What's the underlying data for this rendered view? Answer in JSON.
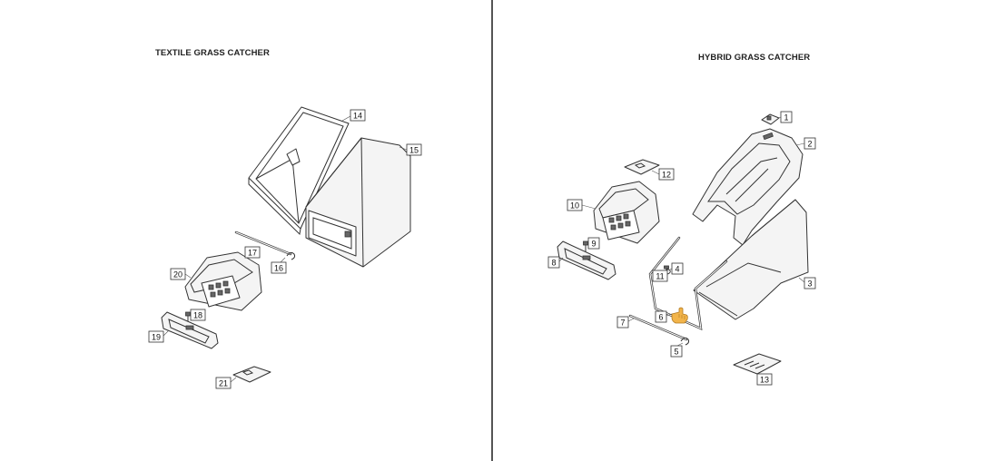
{
  "left_panel": {
    "title": "TEXTILE GRASS CATCHER",
    "callouts": [
      "14",
      "15",
      "16",
      "17",
      "18",
      "19",
      "20",
      "21"
    ]
  },
  "right_panel": {
    "title": "HYBRID GRASS CATCHER",
    "callouts": [
      "1",
      "2",
      "3",
      "4",
      "5",
      "6",
      "7",
      "8",
      "9",
      "10",
      "11",
      "12",
      "13"
    ]
  },
  "colors": {
    "line": "#333333",
    "part_fill": "#f4f4f4",
    "cursor": "#f2b44a"
  },
  "icons": [
    "hand-pointer-icon"
  ]
}
